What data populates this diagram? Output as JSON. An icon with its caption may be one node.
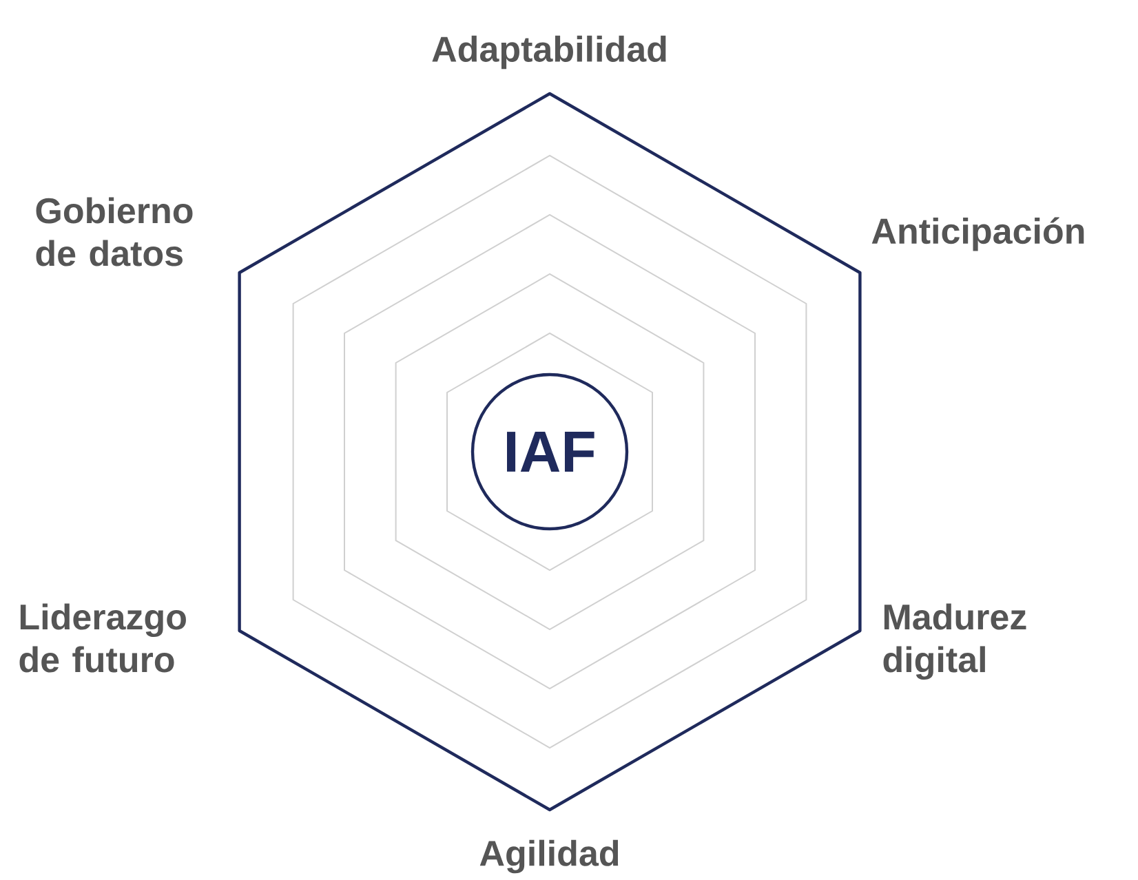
{
  "diagram": {
    "nodes": [
      {
        "text": [
          "IAF"
        ]
      }
    ],
    "labels": [
      "Adaptabilidad",
      "Gobierno de datos",
      "Anticipación",
      "Liderazgo de futuro",
      "Madurez digital",
      "Agilidad"
    ]
  }
}
